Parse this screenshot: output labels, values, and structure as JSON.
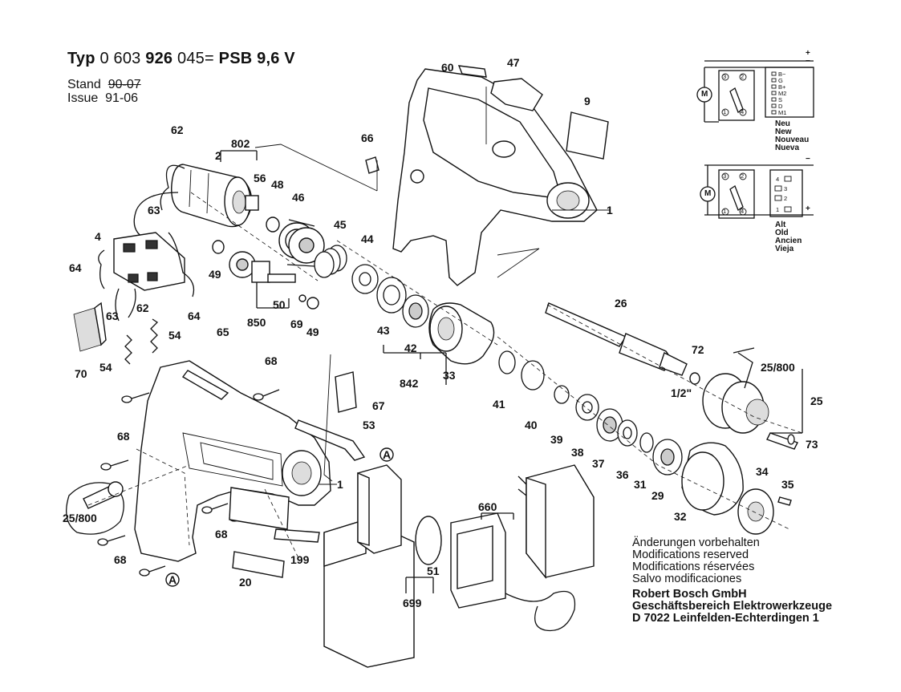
{
  "header": {
    "typ_label": "Typ",
    "part_number_a": "0 603",
    "part_number_b": "926",
    "part_number_c": "045",
    "equals": "=",
    "model": "PSB 9,6 V",
    "stand_label": "Stand",
    "stand_old": "90-07",
    "issue_label": "Issue",
    "issue_value": "91-06"
  },
  "schematic_new": {
    "plus": "+",
    "minus": "−",
    "motor": "M",
    "pins": [
      "B−",
      "G",
      "B+",
      "M2",
      "S",
      "D",
      "M1"
    ],
    "terminals": [
      "3",
      "2",
      "1",
      "4"
    ],
    "labels": "Neu\nNew\nNouveau\nNueva"
  },
  "schematic_old": {
    "plus": "+",
    "minus": "−",
    "motor": "M",
    "pins": [
      "4",
      "3",
      "2",
      "1"
    ],
    "terminals": [
      "3",
      "2",
      "1",
      "4"
    ],
    "labels": "Alt\nOld\nAncien\nVieja"
  },
  "part_labels": {
    "p1a": "1",
    "p1b": "1",
    "p2": "2",
    "p4": "4",
    "p9": "9",
    "p20": "20",
    "p25": "25",
    "p25_800a": "25/800",
    "p25_800b": "25/800",
    "p26": "26",
    "p29": "29",
    "p31": "31",
    "p32": "32",
    "p33": "33",
    "p34": "34",
    "p35": "35",
    "p36": "36",
    "p37": "37",
    "p38": "38",
    "p39": "39",
    "p40": "40",
    "p41": "41",
    "p42": "42",
    "p43": "43",
    "p44": "44",
    "p45": "45",
    "p46": "46",
    "p47": "47",
    "p48": "48",
    "p49a": "49",
    "p49b": "49",
    "p50": "50",
    "p51": "51",
    "p53": "53",
    "p54a": "54",
    "p54b": "54",
    "p56": "56",
    "p60": "60",
    "p62a": "62",
    "p62b": "62",
    "p63a": "63",
    "p63b": "63",
    "p64a": "64",
    "p64b": "64",
    "p65": "65",
    "p66": "66",
    "p67": "67",
    "p68a": "68",
    "p68b": "68",
    "p68c": "68",
    "p68d": "68",
    "p69": "69",
    "p70": "70",
    "p72": "72",
    "p73": "73",
    "p199": "199",
    "p660": "660",
    "p699": "699",
    "p802": "802",
    "p842": "842",
    "p850": "850",
    "thread": "1/2\"",
    "markA1": "A",
    "markA2": "A"
  },
  "notes": {
    "reservation": "Änderungen vorbehalten\nModifications reserved\nModifications réservées\nSalvo modificaciones",
    "company": "Robert Bosch GmbH\nGeschäftsbereich Elektrowerkzeuge\nD 7022 Leinfelden-Echterdingen 1"
  }
}
